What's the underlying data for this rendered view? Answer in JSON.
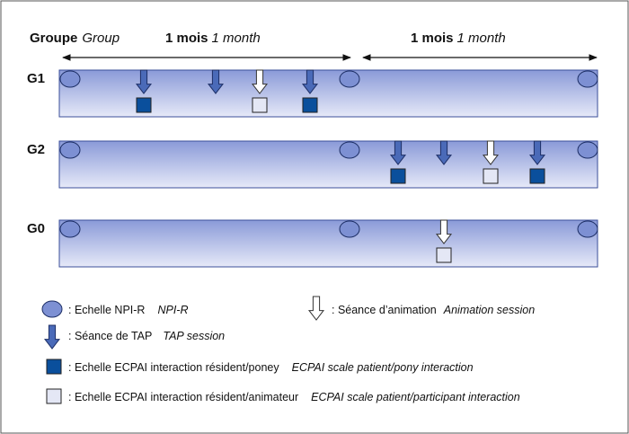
{
  "header": {
    "group_bold": "Groupe",
    "group_italic": "Group",
    "period1_bold": "1 mois",
    "period1_italic": "1 month",
    "period2_bold": "1 mois",
    "period2_italic": "1 month"
  },
  "rows": [
    {
      "label": "G1",
      "npi_marks": [
        "start",
        "mid",
        "end"
      ],
      "events": [
        {
          "kind": "tap",
          "period": 1,
          "order": 1,
          "scale": "pony"
        },
        {
          "kind": "tap",
          "period": 1,
          "order": 2,
          "scale": ""
        },
        {
          "kind": "animation",
          "period": 1,
          "order": 3,
          "scale": "animator"
        },
        {
          "kind": "tap",
          "period": 1,
          "order": 4,
          "scale": "pony"
        }
      ]
    },
    {
      "label": "G2",
      "npi_marks": [
        "start",
        "mid",
        "end"
      ],
      "events": [
        {
          "kind": "tap",
          "period": 2,
          "order": 1,
          "scale": "pony"
        },
        {
          "kind": "tap",
          "period": 2,
          "order": 2,
          "scale": ""
        },
        {
          "kind": "animation",
          "period": 2,
          "order": 3,
          "scale": "animator"
        },
        {
          "kind": "tap",
          "period": 2,
          "order": 4,
          "scale": "pony"
        }
      ]
    },
    {
      "label": "G0",
      "npi_marks": [
        "start",
        "mid",
        "end"
      ],
      "events": [
        {
          "kind": "animation",
          "period": 2,
          "order": 2,
          "scale": "animator"
        }
      ]
    }
  ],
  "legend": {
    "npi": {
      "fr": ": Echelle NPI-R",
      "en": "NPI-R"
    },
    "animation": {
      "fr": ": Séance d’animation",
      "en": "Animation session"
    },
    "tap": {
      "fr": ": Séance de TAP",
      "en": "TAP session"
    },
    "pony_scale": {
      "fr": ": Echelle ECPAI interaction résident/poney",
      "en": "ECPAI scale patient/pony interaction"
    },
    "animator_scale": {
      "fr": ": Echelle ECPAI interaction résident/animateur",
      "en": "ECPAI scale patient/participant interaction"
    }
  },
  "colors": {
    "bar_top": "#8a9ad8",
    "bar_bottom": "#e6e9f8",
    "tap_arrow": "#4a6ab8",
    "pony_square": "#0a4f9c",
    "animator_square": "#e4e7f5",
    "npi_oval": "#7d90d3"
  }
}
